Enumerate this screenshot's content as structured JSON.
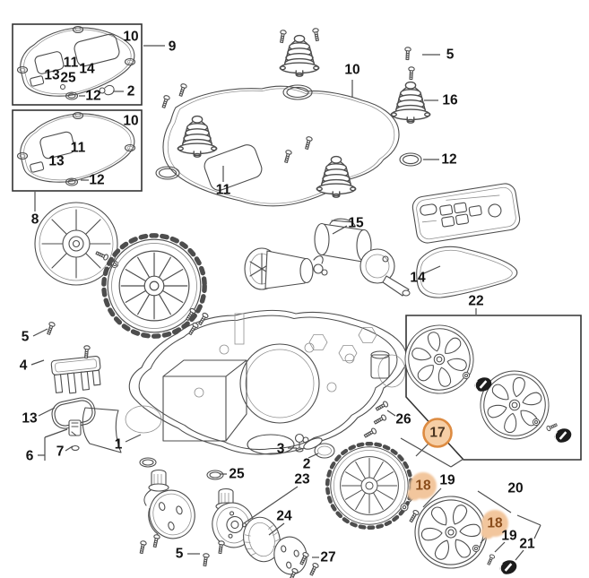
{
  "diagram": {
    "kind": "exploded-parts-diagram",
    "colors": {
      "background": "#ffffff",
      "line": "#4d4d4d",
      "frame": "#333333",
      "label": "#141414",
      "highlight_ring_fill": "#f6cfa6",
      "highlight_ring_stroke": "#dd8b41",
      "highlight_ring_text": "#4a3420",
      "highlight_blob_fill": "#f2c69d",
      "highlight_blob_text": "#8a4d1c"
    },
    "callouts": [
      {
        "n": "9"
      },
      {
        "n": "10"
      },
      {
        "n": "11"
      },
      {
        "n": "14"
      },
      {
        "n": "13"
      },
      {
        "n": "25"
      },
      {
        "n": "12"
      },
      {
        "n": "2"
      },
      {
        "n": "10"
      },
      {
        "n": "11"
      },
      {
        "n": "13"
      },
      {
        "n": "12"
      },
      {
        "n": "8"
      },
      {
        "n": "10"
      },
      {
        "n": "11"
      },
      {
        "n": "5"
      },
      {
        "n": "16"
      },
      {
        "n": "12"
      },
      {
        "n": "14"
      },
      {
        "n": "22"
      },
      {
        "n": "15"
      },
      {
        "n": "5"
      },
      {
        "n": "4"
      },
      {
        "n": "13"
      },
      {
        "n": "6"
      },
      {
        "n": "7"
      },
      {
        "n": "1"
      },
      {
        "n": "3"
      },
      {
        "n": "2"
      },
      {
        "n": "26"
      },
      {
        "n": "23"
      },
      {
        "n": "24"
      },
      {
        "n": "25"
      },
      {
        "n": "5"
      },
      {
        "n": "27"
      },
      {
        "n": "17",
        "highlighted": true,
        "style": "ring"
      },
      {
        "n": "18",
        "highlighted": true,
        "style": "blob"
      },
      {
        "n": "19"
      },
      {
        "n": "20"
      },
      {
        "n": "18",
        "highlighted": true,
        "style": "blob"
      },
      {
        "n": "19"
      },
      {
        "n": "21"
      }
    ]
  }
}
